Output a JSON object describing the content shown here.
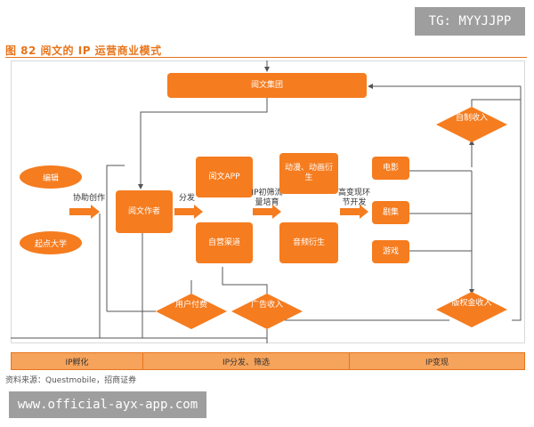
{
  "title": "图 82 阅文的 IP 运营商业模式",
  "nodes": {
    "group": "阅文集团",
    "editor": "编辑",
    "qidian": "起点大学",
    "author": "阅文作者",
    "app": "阅文APP",
    "self_channel": "自营渠道",
    "anime": "动漫、动画衍生",
    "audio": "音频衍生",
    "film": "电影",
    "drama": "剧集",
    "game": "游戏",
    "user_pay": "用户付费",
    "ad_income": "广告收入",
    "self_income": "自制收入",
    "copyright_income": "版权金收入"
  },
  "edge_labels": {
    "assist": "协助创作",
    "distribute": "分发",
    "ip_select": "IP初筛流量培育",
    "monetize": "高变现环节开发"
  },
  "stages": [
    "IP孵化",
    "IP分发、筛选",
    "IP变现"
  ],
  "source": "资料来源：Questmobile，招商证券",
  "watermark_top": "TG: MYYJJPP",
  "watermark_bottom": "www.official-ayx-app.com",
  "colors": {
    "accent": "#f57c1f",
    "bar": "#f6a35b"
  }
}
